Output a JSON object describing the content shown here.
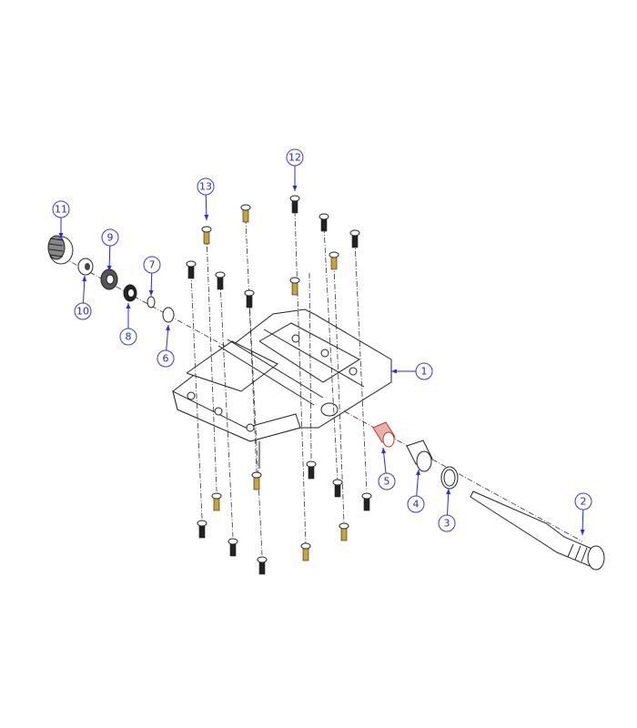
{
  "diagram": {
    "type": "exploded-assembly-view",
    "callouts": [
      {
        "label": "1",
        "part": "pedal-body"
      },
      {
        "label": "2",
        "part": "spindle-axle"
      },
      {
        "label": "3",
        "part": "seal-ring"
      },
      {
        "label": "4",
        "part": "bushing"
      },
      {
        "label": "5",
        "part": "inner-bushing"
      },
      {
        "label": "6",
        "part": "washer"
      },
      {
        "label": "7",
        "part": "small-washer"
      },
      {
        "label": "8",
        "part": "bearing"
      },
      {
        "label": "9",
        "part": "outer-bearing"
      },
      {
        "label": "10",
        "part": "nut"
      },
      {
        "label": "11",
        "part": "end-cap"
      },
      {
        "label": "12",
        "part": "black-pin"
      },
      {
        "label": "13",
        "part": "gold-pin"
      }
    ],
    "colors": {
      "callout": "#2b2bb8",
      "leader": "#2b2bd8",
      "gold_pin": "#c9a23a",
      "black_pin": "#222222",
      "highlight_bushing": "#d9534f"
    }
  }
}
